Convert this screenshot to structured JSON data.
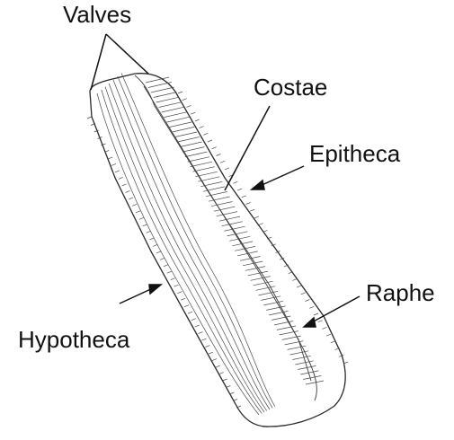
{
  "labels": {
    "valves": "Valves",
    "costae": "Costae",
    "epitheca": "Epitheca",
    "raphe": "Raphe",
    "hypotheca": "Hypotheca"
  },
  "colors": {
    "ink": "#111111",
    "background": "#ffffff"
  }
}
